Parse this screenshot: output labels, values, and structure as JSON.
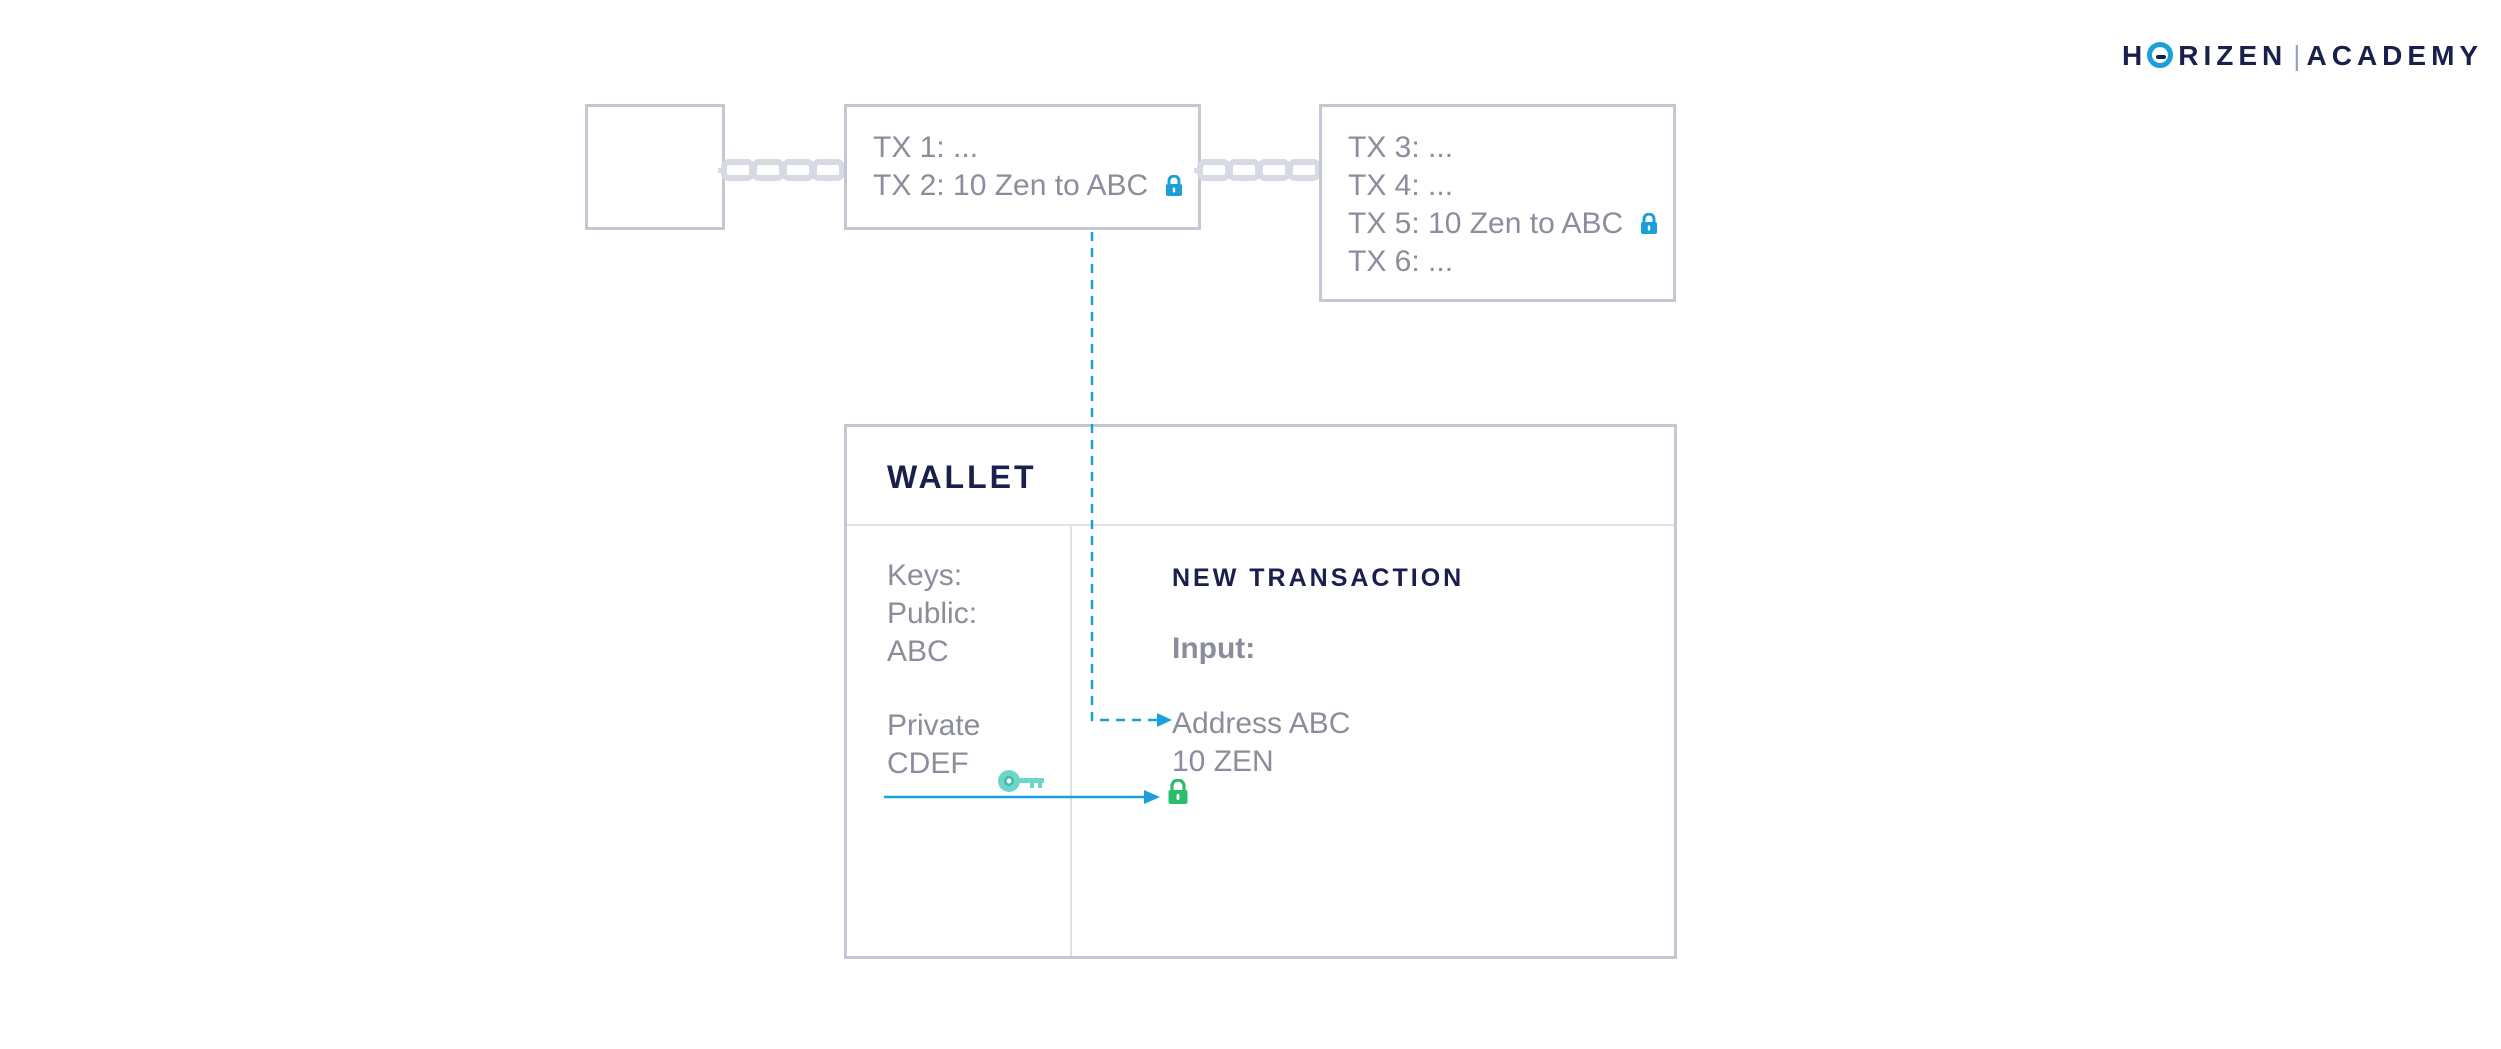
{
  "logo": {
    "left": "H",
    "right_part": "RIZEN",
    "separator": "|",
    "academy": "ACADEMY"
  },
  "blocks": {
    "middle": [
      "TX 1: ...",
      "TX 2: 10 Zen to ABC"
    ],
    "right": [
      "TX 3: ...",
      "TX 4: ...",
      "TX 5: 10 Zen to ABC",
      "TX 6: ..."
    ]
  },
  "wallet": {
    "title": "WALLET",
    "keys_label": "Keys:",
    "public_label": "Public:",
    "public_value": "ABC",
    "private_label": "Private",
    "private_value": "CDEF"
  },
  "transaction": {
    "title": "NEW TRANSACTION",
    "input_label": "Input:",
    "address": "Address ABC",
    "amount": "10 ZEN"
  },
  "colors": {
    "border": "#c4c6d2",
    "text_gray": "#8b8d9c",
    "navy": "#1a1f4b",
    "blue": "#1a9fd8",
    "green": "#2bbd6e",
    "key_teal": "#6ed6c8",
    "chain": "#d7d9e3"
  },
  "icons": [
    "lock-icon",
    "key-icon",
    "chain-icon",
    "arrow-icon"
  ]
}
